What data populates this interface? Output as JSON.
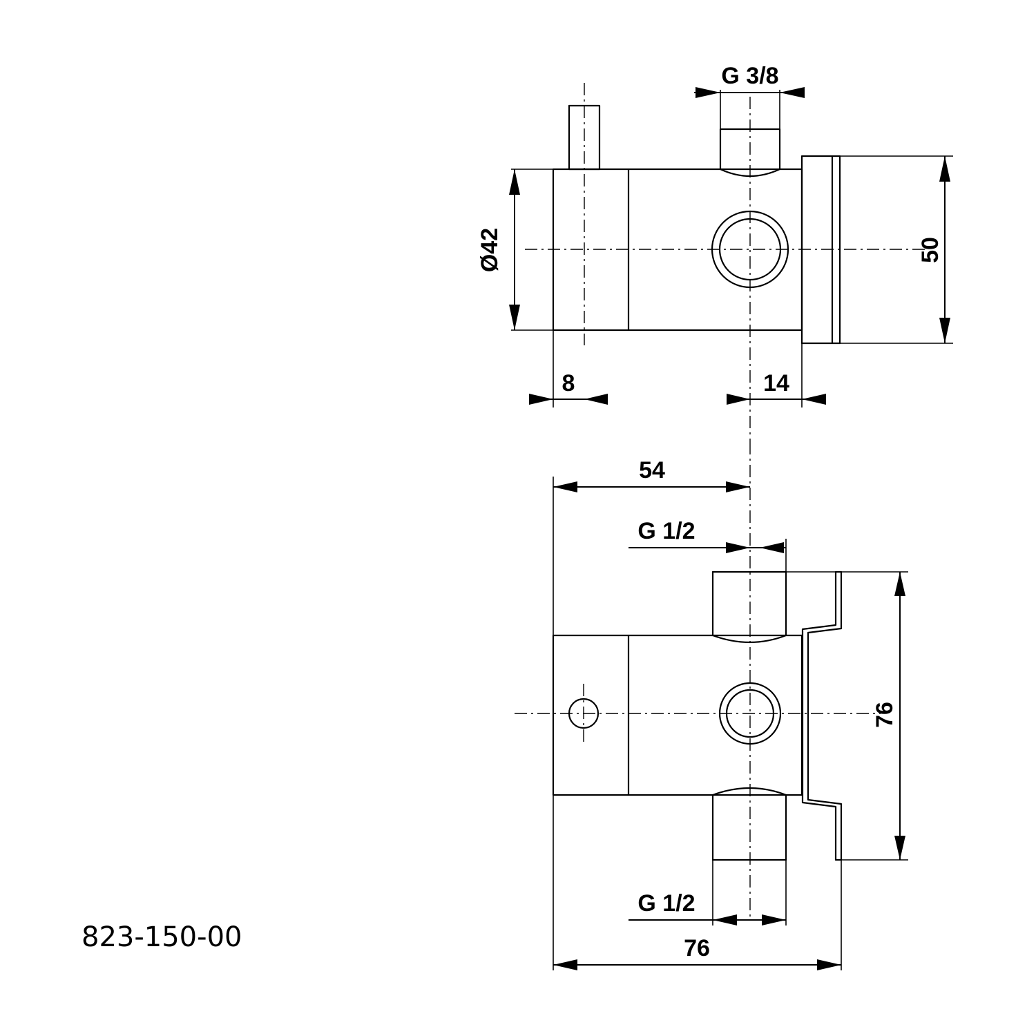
{
  "part_number": "823-150-00",
  "dimensions": {
    "side_view": {
      "thread_top": "G 3/8",
      "diameter": "Ø42",
      "height": "50",
      "offset_left": "8",
      "offset_right": "14"
    },
    "front_view": {
      "width_to_center": "54",
      "thread_top": "G 1/2",
      "thread_bottom": "G 1/2",
      "height": "76",
      "width": "76"
    }
  }
}
